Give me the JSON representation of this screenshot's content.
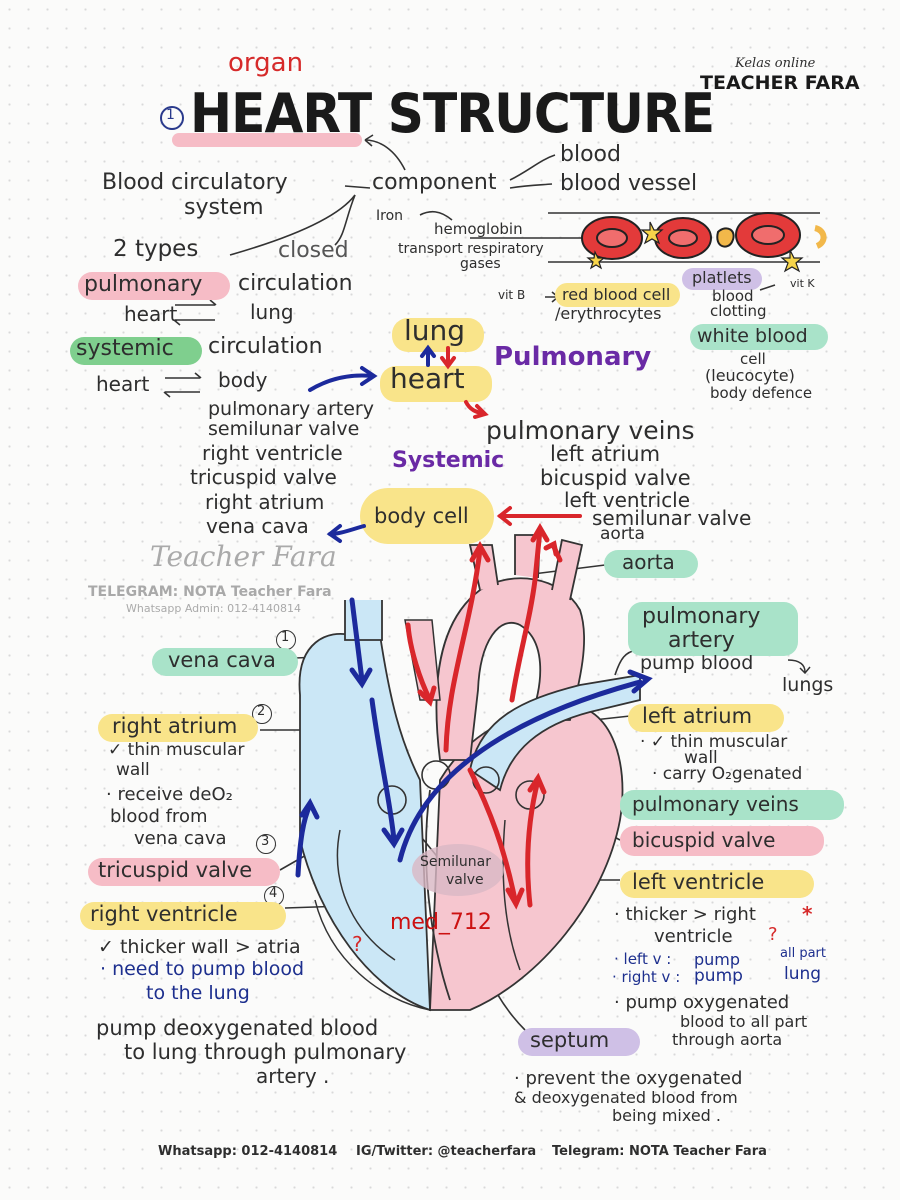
{
  "header": {
    "organ_label": "organ",
    "number": "1",
    "title": "HEART STRUCTURE",
    "brand_small": "Kelas online",
    "brand": "TEACHER FARA"
  },
  "top": {
    "blood_circulatory": "Blood circulatory",
    "system": "system",
    "component": "component",
    "blood": "blood",
    "blood_vessel": "blood vessel",
    "two_types": "2 types",
    "closed": "closed",
    "iron": "Iron",
    "hemoglobin": "hemoglobin",
    "transport": "transport respiratory",
    "gases": "gases",
    "vit_b": "vit B",
    "red_blood_cell": "red blood cell",
    "erythrocytes": "/erythrocytes",
    "platlets": "platlets",
    "blood_clotting1": "blood",
    "blood_clotting2": "clotting",
    "vit_k": "vit K",
    "white_blood": "white blood",
    "cell": "cell",
    "leucocyte": "(leucocyte)",
    "body_defence": "body defence"
  },
  "circulation": {
    "pulmonary": "pulmonary",
    "circulation1": "circulation",
    "heart_lung_a": "heart",
    "heart_lung_b": "lung",
    "systemic": "systemic",
    "circulation2": "circulation",
    "heart_body_a": "heart",
    "heart_body_b": "body",
    "lung": "lung",
    "heart": "heart",
    "pulmonary_label": "Pulmonary",
    "systemic_label": "Systemic",
    "body_cell": "body cell",
    "left_list": [
      "pulmonary artery",
      "semilunar valve",
      "right ventricle",
      "tricuspid valve",
      "right atrium",
      "vena cava"
    ],
    "right_list": [
      "pulmonary veins",
      "left atrium",
      "bicuspid valve",
      "left ventricle",
      "semilunar valve",
      "aorta"
    ]
  },
  "watermark": {
    "signature": "Teacher Fara",
    "telegram": "TELEGRAM: NOTA Teacher Fara",
    "whatsapp_admin": "Whatsapp Admin: 012-4140814"
  },
  "diagram_labels": {
    "n1": "1",
    "vena_cava": "vena cava",
    "n2": "2",
    "right_atrium": "right atrium",
    "ra_notes": [
      "✓ thin muscular",
      "wall",
      "· receive deO₂",
      "blood from",
      "vena cava"
    ],
    "n3": "3",
    "tricuspid_valve": "tricuspid valve",
    "n4": "4",
    "right_ventricle": "right   ventricle",
    "rv_note1": "✓ thicker wall > atria",
    "rv_q": "?",
    "rv_note2": "· need to pump blood",
    "rv_note3": "to the lung",
    "pump_deoxy": [
      "pump deoxygenated blood",
      "to lung through pulmonary",
      "artery ."
    ],
    "aorta": "aorta",
    "pulmonary_artery1": "pulmonary",
    "pulmonary_artery2": "artery",
    "pump_blood": "pump blood",
    "lungs": "lungs",
    "left_atrium": "left atrium",
    "la_notes": [
      "· ✓ thin muscular",
      "wall",
      "· carry O₂genated"
    ],
    "pulmonary_veins": "pulmonary veins",
    "bicuspid_valve": "bicuspid valve",
    "semilunar1": "Semilunar",
    "semilunar2": "valve",
    "left_ventricle": "left ventricle",
    "lv_note1": "· thicker > right",
    "lv_star": "*",
    "lv_note2": "ventricle",
    "lv_q": "?",
    "lv_left": "· left v :",
    "lv_pump1": "pump",
    "lv_allpart": "all part",
    "lv_right": "· right v :",
    "lv_pump2": "pump",
    "lv_lung": "lung",
    "lv_notes": [
      "· pump oxygenated",
      "blood to all part",
      "through aorta"
    ],
    "septum": "septum",
    "septum_notes": [
      "· prevent the oxygenated",
      "& deoxygenated blood from",
      "being mixed ."
    ],
    "med_label": "med_712"
  },
  "footer": {
    "whatsapp": "Whatsapp: 012-4140814",
    "ig": "IG/Twitter: @teacherfara",
    "telegram": "Telegram: NOTA Teacher Fara"
  },
  "colors": {
    "red": "#d9262b",
    "navy": "#1c2a9c",
    "pink": "#f6bcc6",
    "yellow": "#f9e48a",
    "green": "#a9e3c9",
    "purple": "#cfc0e6",
    "blue": "#c9e4f5"
  }
}
